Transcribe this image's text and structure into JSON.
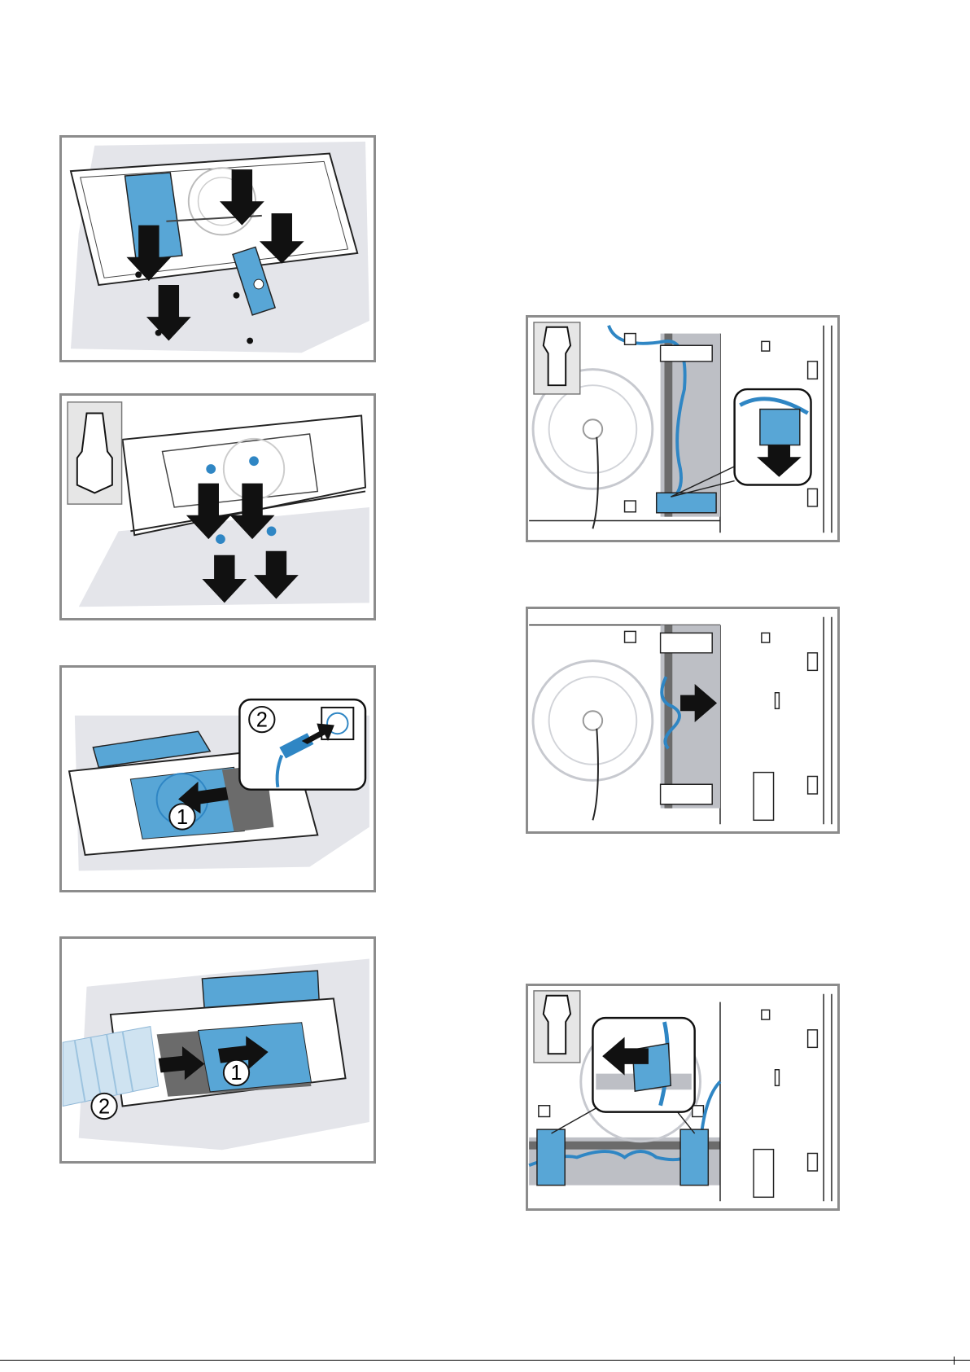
{
  "colors": {
    "frame": "#8c8c8c",
    "accent_blue": "#58a6d6",
    "cable_blue": "#2f86c4",
    "shade": "#e4e5ea",
    "dark_gray": "#6b6b6b",
    "arrow": "#111111"
  },
  "panels": [
    {
      "id": "remove-cover-screws",
      "icon": "arrow-down-icon"
    },
    {
      "id": "remove-panel-screws",
      "icon": "torx-bit-icon"
    },
    {
      "id": "slide-in-and-plug",
      "icon": "plug-socket-icon",
      "step_1": "1",
      "step_2": "2"
    },
    {
      "id": "slide-filter-and-duct",
      "icon": "duct-hose-icon",
      "step_1": "1",
      "step_2": "2"
    },
    {
      "id": "remove-cable-clip",
      "icon": "torx-bit-icon"
    },
    {
      "id": "route-cable",
      "icon": "arrow-right-icon"
    },
    {
      "id": "refit-cable-clip",
      "icon": "torx-bit-icon"
    }
  ]
}
